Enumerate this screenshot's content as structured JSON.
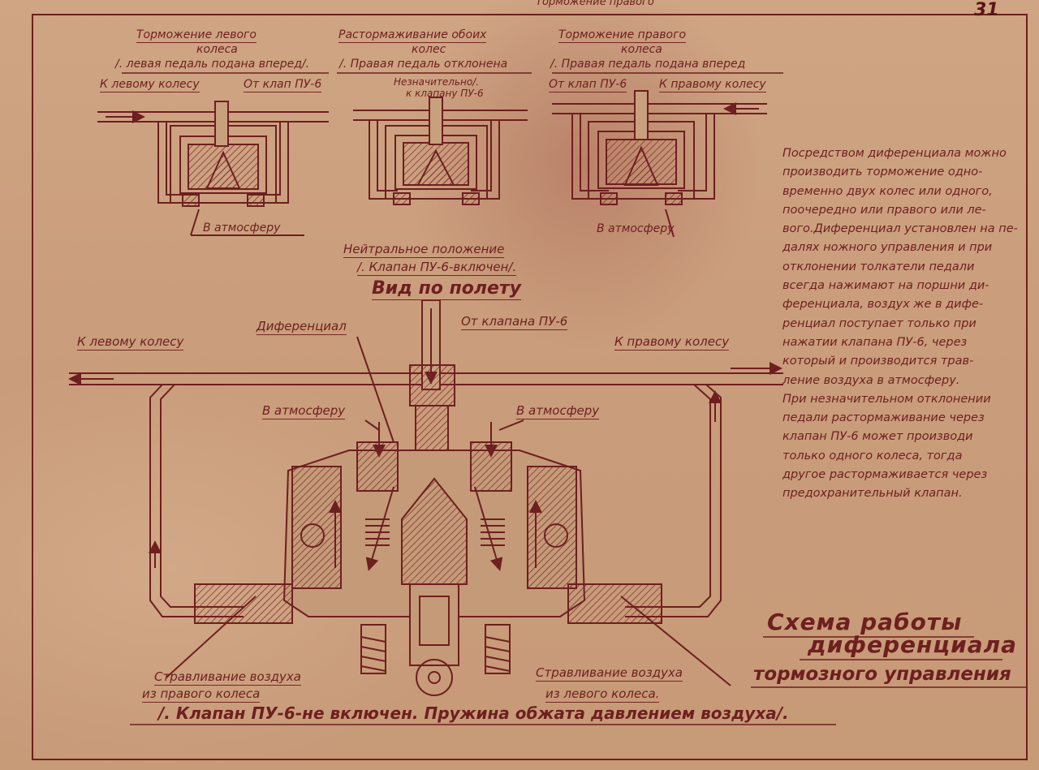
{
  "page": {
    "top_label": "Торможение правого",
    "page_number": "31"
  },
  "top_diagrams": {
    "left": {
      "title_1": "Торможение левого",
      "title_2": "колеса",
      "note": "/. левая педаль подана вперед/.",
      "to_wheel": "К левому колесу",
      "from_valve": "От клап ПУ-6",
      "atmosphere": "В атмосферу"
    },
    "middle": {
      "title_1": "Растормаживание обоих",
      "title_2": "колес",
      "note": "/. Правая педаль отклонена",
      "note_2": "Незначительно/.",
      "note_3": "к клапану ПУ-6"
    },
    "right": {
      "title_1": "Торможение правого",
      "title_2": "колеса",
      "note": "/. Правая педаль подана вперед",
      "from_valve": "От клап ПУ-6",
      "to_wheel": "К правому колесу",
      "atmosphere": "В атмосферу"
    }
  },
  "main_diagram": {
    "neutral_1": "Нейтральное положение",
    "neutral_2": "/. Клапан ПУ-6-включен/.",
    "view": "Вид по полету",
    "differential": "Диференциал",
    "from_valve": "От клапана ПУ-6",
    "to_left_wheel": "К левому колесу",
    "to_right_wheel": "К правому колесу",
    "atmosphere_left": "В атмосферу",
    "atmosphere_right": "В атмосферу",
    "bleed_right_1": "Стравливание воздуха",
    "bleed_right_2": "из правого колеса",
    "bleed_left_1": "Стравливание воздуха",
    "bleed_left_2": "из левого колеса.",
    "caption": "/. Клапан ПУ-6-не включен. Пружина обжата давлением воздуха/."
  },
  "side_text": [
    "Посредством диференциала можно",
    "производить торможение одно-",
    "временно двух колес или одного,",
    "поочередно или правого или ле-",
    "вого.Диференциал установлен на пе-",
    "далях ножного управления и при",
    "отклонении толкатели педали",
    "всегда нажимают на поршни ди-",
    "ференциала, воздух же в дифе-",
    "ренциал поступает только при",
    "нажатии клапана ПУ-6, через",
    "который и производится трав-",
    "ление воздуха в атмосферу.",
    "При незначительном отклонении",
    "педали растормаживание через",
    "клапан ПУ-6 может производи",
    "только одного колеса, тогда",
    "другое растормаживается через",
    "предохранительный клапан."
  ],
  "scheme_title": {
    "line_1": "Схема работы",
    "line_2": "диференциала",
    "line_3": "тормозного управления"
  },
  "colors": {
    "paper": "#c9a07e",
    "ink": "#6e1f1f"
  }
}
